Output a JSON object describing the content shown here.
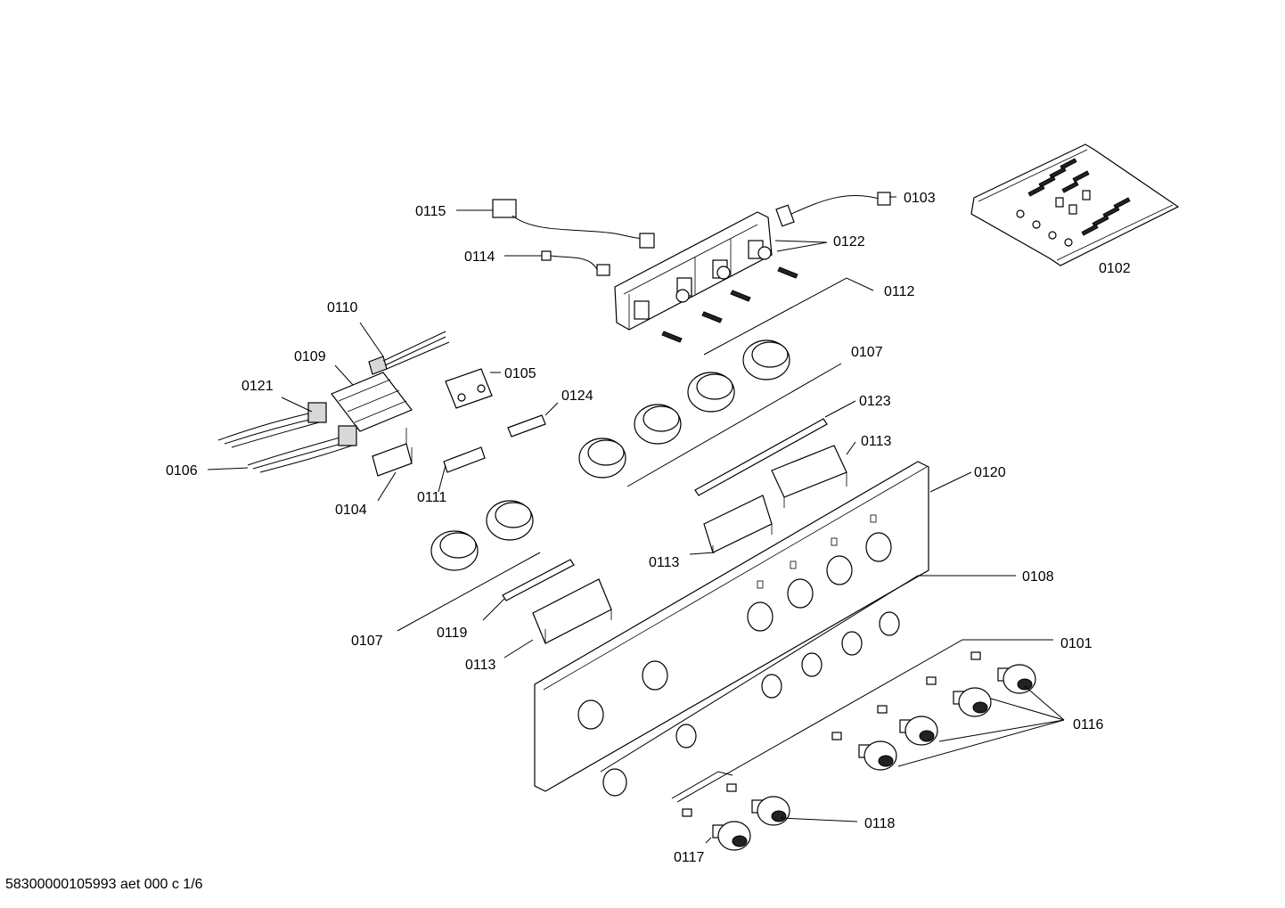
{
  "footer": {
    "document_id": "58300000105993 aet 000 c 1/6"
  },
  "parts": {
    "p0101": "0101",
    "p0102": "0102",
    "p0103": "0103",
    "p0104": "0104",
    "p0105": "0105",
    "p0106": "0106",
    "p0107a": "0107",
    "p0107b": "0107",
    "p0108": "0108",
    "p0109": "0109",
    "p0110": "0110",
    "p0111": "0111",
    "p0112": "0112",
    "p0113a": "0113",
    "p0113b": "0113",
    "p0113c": "0113",
    "p0114": "0114",
    "p0115": "0115",
    "p0116": "0116",
    "p0117": "0117",
    "p0118": "0118",
    "p0119": "0119",
    "p0120": "0120",
    "p0121": "0121",
    "p0122": "0122",
    "p0123": "0123",
    "p0124": "0124"
  }
}
